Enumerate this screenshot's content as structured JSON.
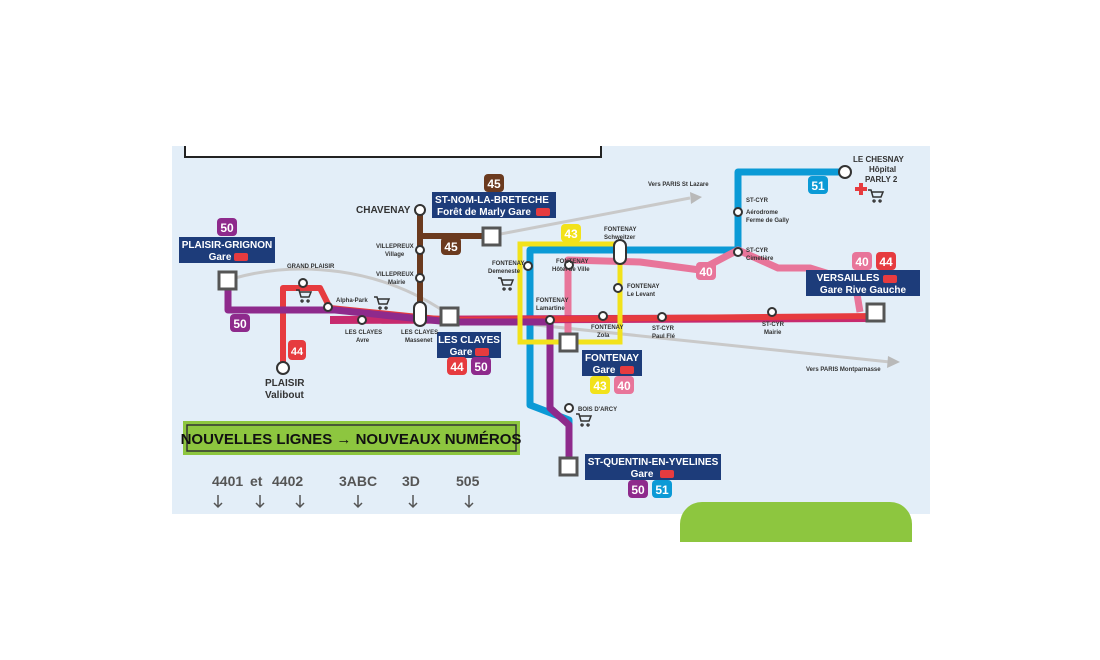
{
  "stations": {
    "plaisir_grignon": {
      "line1": "PLAISIR-GRIGNON",
      "line2": "Gare"
    },
    "st_nom": {
      "line1": "ST-NOM-LA-BRETECHE",
      "line2": "Forêt de Marly Gare"
    },
    "les_clayes": {
      "line1": "LES CLAYES",
      "line2": "Gare"
    },
    "fontenay_gare": {
      "line1": "FONTENAY",
      "line2": "Gare"
    },
    "versailles": {
      "line1": "VERSAILLES",
      "line2": "Gare Rive Gauche"
    },
    "sqy": {
      "line1": "ST-QUENTIN-EN-YVELINES",
      "line2": "Gare"
    },
    "plaisir_valibout": {
      "line1": "PLAISIR",
      "line2": "Valibout"
    },
    "chavenay": "CHAVENAY",
    "le_chesnay": {
      "line1": "LE CHESNAY",
      "line2": "Hôpital",
      "line3": "PARLY 2"
    }
  },
  "stops": {
    "grand_plaisir": "GRAND PLAISIR",
    "alpha_park": "Alpha-Park",
    "les_clayes_avre": {
      "l1": "LES CLAYES",
      "l2": "Avre"
    },
    "les_clayes_massenet": {
      "l1": "LES CLAYES",
      "l2": "Massenet"
    },
    "villepreux_village": {
      "l1": "VILLEPREUX",
      "l2": "Village"
    },
    "villepreux_mairie": {
      "l1": "VILLEPREUX",
      "l2": "Mairie"
    },
    "fontenay_demeneste": {
      "l1": "FONTENAY",
      "l2": "Demeneste"
    },
    "fontenay_hotel": {
      "l1": "FONTENAY",
      "l2": "Hôtel de Ville"
    },
    "fontenay_schweitzer": {
      "l1": "FONTENAY",
      "l2": "Schweitzer"
    },
    "fontenay_levant": {
      "l1": "FONTENAY",
      "l2": "Le Levant"
    },
    "fontenay_lamartine": {
      "l1": "FONTENAY",
      "l2": "Lamartine"
    },
    "fontenay_zola": {
      "l1": "FONTENAY",
      "l2": "Zola"
    },
    "stcyr_paul_fle": {
      "l1": "ST-CYR",
      "l2": "Paul Flé"
    },
    "stcyr_mairie": {
      "l1": "ST-CYR",
      "l2": "Mairie"
    },
    "stcyr_aerodrome": {
      "l1": "ST-CYR",
      "l2": "Aérodrome",
      "l3": "Ferme de Gally"
    },
    "stcyr_cimetiere": {
      "l1": "ST-CYR",
      "l2": "Cimetière"
    },
    "bois_darcy": "BOIS D'ARCY"
  },
  "directions": {
    "st_lazare": "Vers PARIS St Lazare",
    "montparnasse": "Vers PARIS Montparnasse"
  },
  "badges": {
    "b50": "50",
    "b44": "44",
    "b45": "45",
    "b43": "43",
    "b40": "40",
    "b51": "51"
  },
  "sncf": "SNCF",
  "banner": "NOUVELLES LIGNES → NOUVEAUX NUMÉROS",
  "old_numbers": {
    "n1": "4401",
    "and": "et",
    "n2": "4402",
    "n3": "3ABC",
    "n4": "3D",
    "n5": "505"
  },
  "colors": {
    "purple": "#8e2a8c",
    "red": "#e63b3f",
    "brown": "#6b3a1f",
    "yellow": "#f2e21b",
    "pink": "#e8759a",
    "blue": "#0b9ad6",
    "magenta": "#c72a6e",
    "navy": "#1d3c7a",
    "background": "#e3eef8",
    "banner_green": "#8dc63f"
  }
}
